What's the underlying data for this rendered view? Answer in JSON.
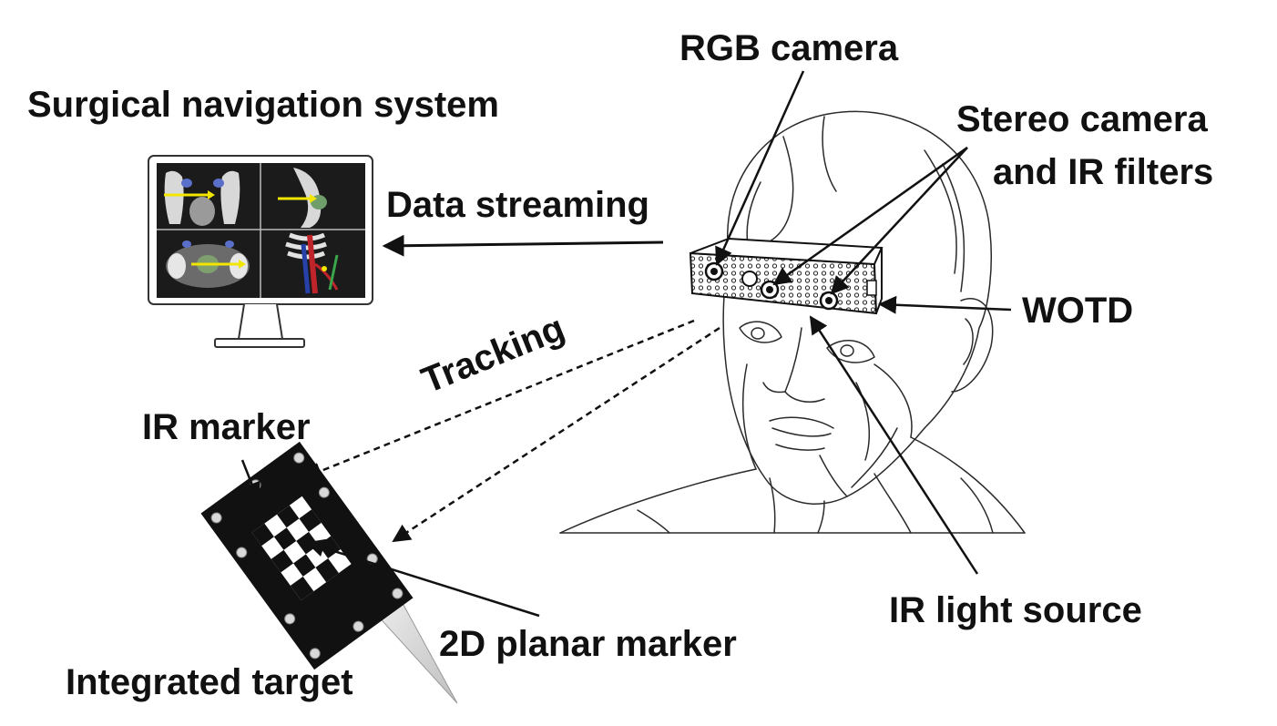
{
  "labels": {
    "surgical_nav": "Surgical navigation system",
    "data_streaming": "Data streaming",
    "tracking": "Tracking",
    "ir_marker": "IR marker",
    "planar_marker": "2D planar marker",
    "integrated_target": "Integrated target",
    "rgb_camera": "RGB camera",
    "stereo_line1": "Stereo camera",
    "stereo_line2": "and IR filters",
    "wotd": "WOTD",
    "ir_light": "IR light source"
  },
  "colors": {
    "ink": "#111111",
    "screen": "#1b1b1b",
    "ct_bone": "#d8d8d8",
    "accent_yellow": "#f2e600",
    "vessel_red": "#c0242b",
    "vessel_blue": "#2741a8",
    "marker_dot": "#d9d9d9"
  },
  "icons": {
    "monitor": "monitor-with-ct-scans-icon",
    "head": "head-wearing-device-icon",
    "target": "integrated-target-icon"
  }
}
